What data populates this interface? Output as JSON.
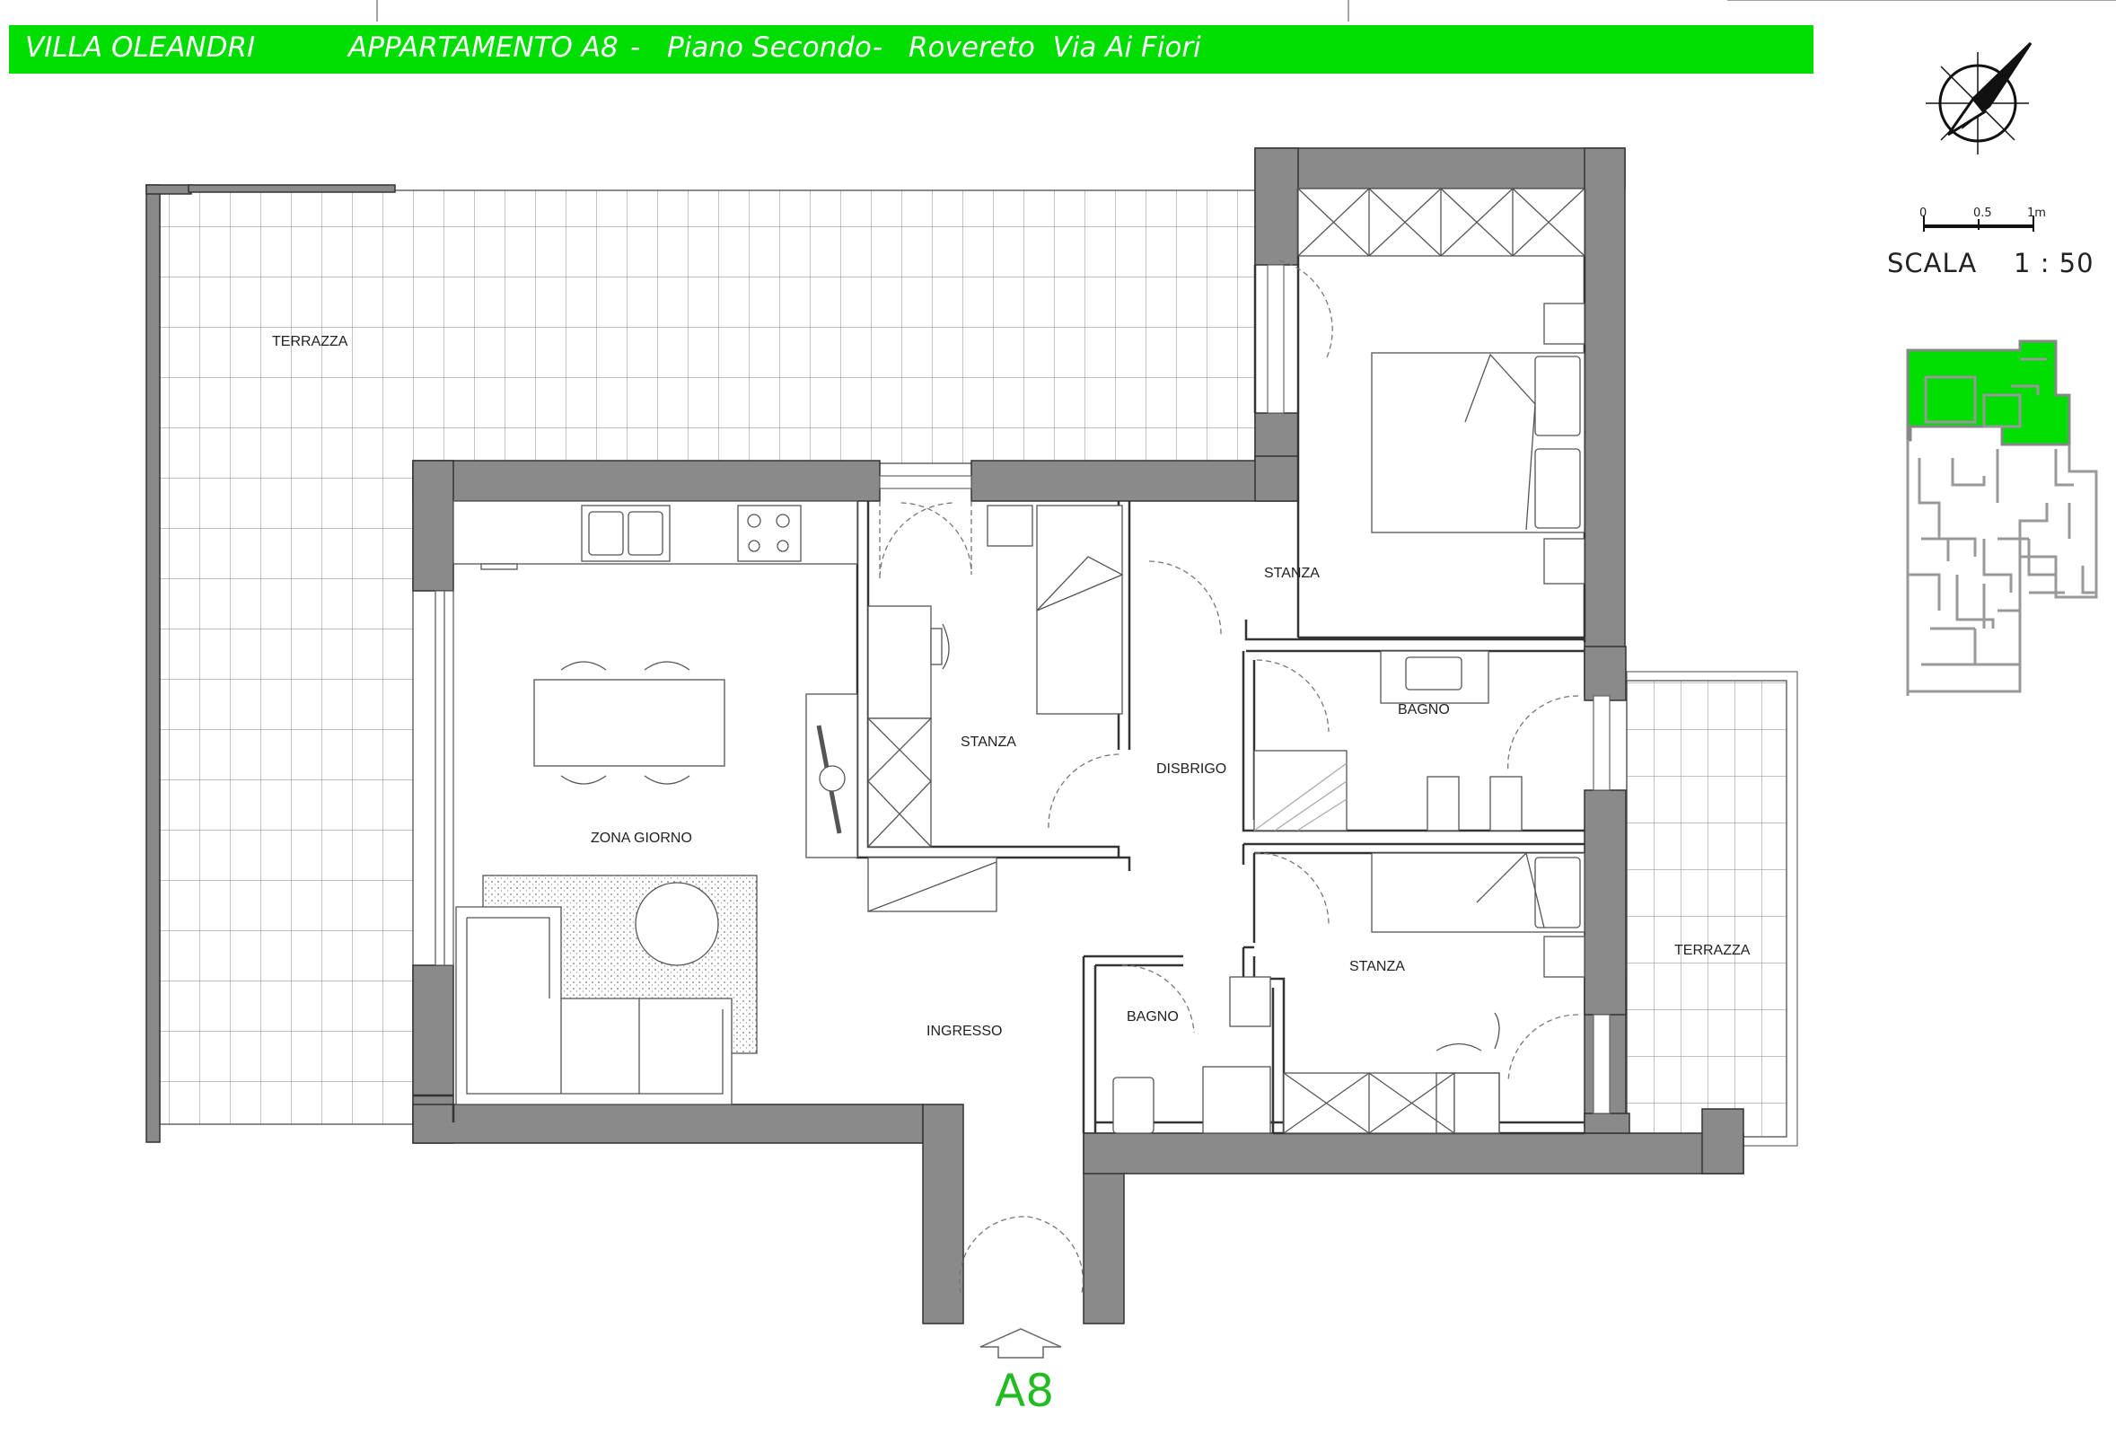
{
  "header": {
    "building": "VILLA OLEANDRI",
    "apartment": "APPARTAMENTO A8",
    "sep1": "-",
    "floor": "Piano Secondo",
    "sep2": "-",
    "address": "Rovereto  Via Ai Fiori"
  },
  "scale": {
    "label": "SCALA    1 : 50",
    "tick_0": "0",
    "tick_mid": "0.5",
    "tick_end": "1m"
  },
  "rooms": {
    "terrazza_nw": "TERRAZZA",
    "stanza_ne": "STANZA",
    "stanza_mid": "STANZA",
    "zona_giorno": "ZONA GIORNO",
    "disbrigo": "DISBRIGO",
    "bagno_upper": "BAGNO",
    "stanza_se": "STANZA",
    "terrazza_e": "TERRAZZA",
    "bagno_lower": "BAGNO",
    "ingresso": "INGRESSO"
  },
  "unit_code": "A8",
  "colors": {
    "header_green": "#00dd00",
    "wall_grey": "#8a8a8a",
    "highlight_green": "#00dd00",
    "unit_code_green": "#22bb22"
  },
  "icons": {
    "compass": "compass-rose-icon",
    "entrance": "entrance-arrow-icon"
  }
}
